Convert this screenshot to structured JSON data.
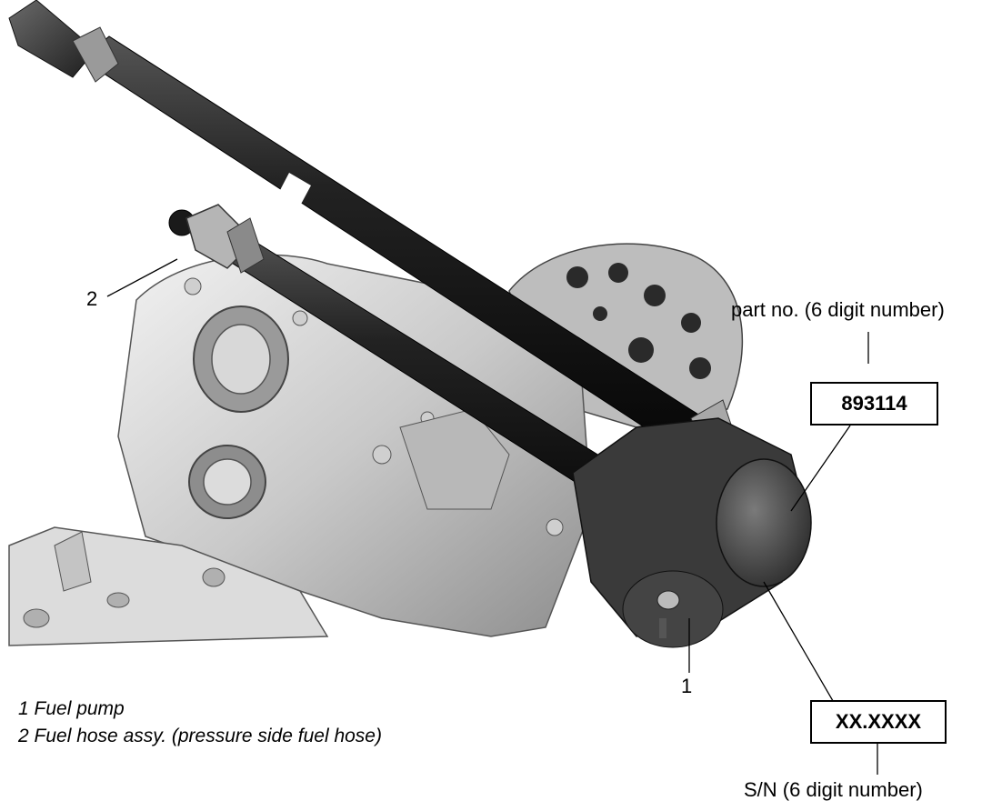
{
  "callouts": {
    "pump_number": "1",
    "hose_number": "2"
  },
  "labels": {
    "part_no_caption": "part no. (6 digit number)",
    "part_no_value": "893114",
    "sn_value": "XX.XXXX",
    "sn_caption": "S/N (6 digit number)"
  },
  "legend": [
    "1 Fuel pump",
    "2 Fuel hose assy. (pressure side fuel hose)"
  ]
}
